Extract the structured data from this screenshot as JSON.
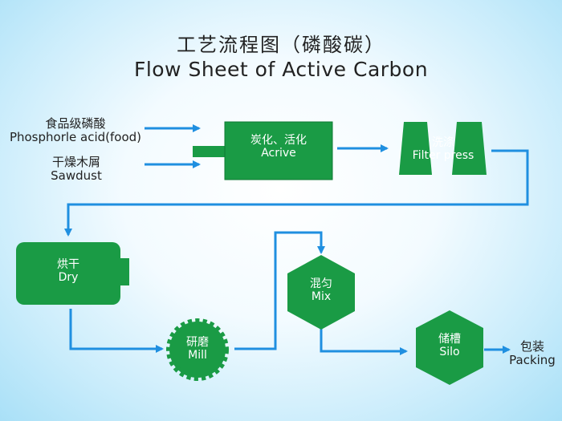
{
  "title": {
    "cn": "工艺流程图（磷酸碳）",
    "en": "Flow Sheet of Active Carbon"
  },
  "inputs": {
    "phosphoric": {
      "cn": "食品级磷酸",
      "en": "Phosphorle acid(food)"
    },
    "sawdust": {
      "cn": "干燥木屑",
      "en": "Sawdust"
    }
  },
  "steps": {
    "activate": {
      "cn": "炭化、活化",
      "en": "Acrive"
    },
    "filter": {
      "cn": "洗涤",
      "en": "Filter press"
    },
    "dry": {
      "cn": "烘干",
      "en": "Dry"
    },
    "mill": {
      "cn": "研磨",
      "en": "Mill"
    },
    "mix": {
      "cn": "混匀",
      "en": "Mix"
    },
    "silo": {
      "cn": "储槽",
      "en": "Silo"
    }
  },
  "output": {
    "cn": "包装",
    "en": "Packing"
  },
  "colors": {
    "node_fill": "#1a9b45",
    "node_stroke": "#0f7a33",
    "arrow": "#1f8fe0"
  }
}
